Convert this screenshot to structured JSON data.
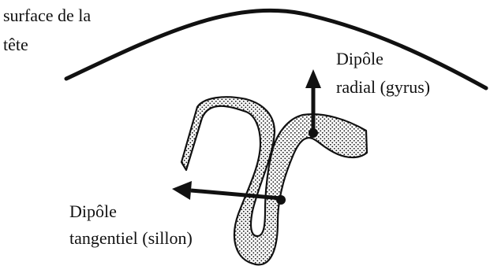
{
  "labels": {
    "head_surface_line1": "surface de la",
    "head_surface_line2": "tête",
    "radial_dipole_line1": "Dipôle",
    "radial_dipole_line2": "radial (gyrus)",
    "tangential_dipole_line1": "Dipôle",
    "tangential_dipole_line2": "tangentiel (sillon)"
  },
  "colors": {
    "ink": "#111111",
    "background": "#ffffff",
    "cortex_fill": "#ffffff",
    "cortex_stipple": "#222222"
  }
}
